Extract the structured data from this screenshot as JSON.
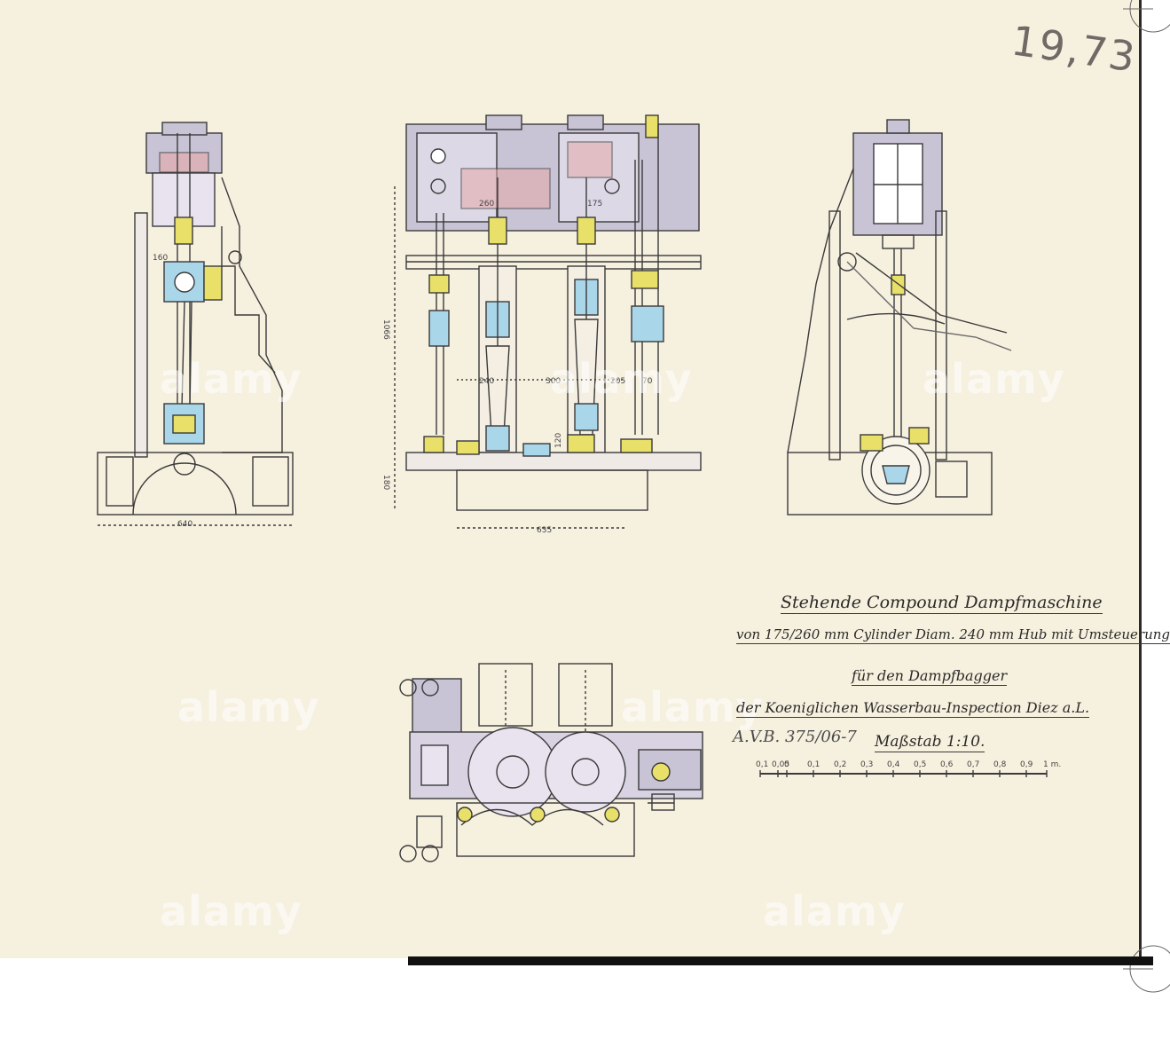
{
  "sheet_number": "19,73",
  "title": {
    "line1": "Stehende Compound Dampfmaschine",
    "line2": "von 175/260 mm Cylinder Diam. 240 mm Hub mit Umsteuerung",
    "line3": "für den Dampfbagger",
    "line4": "der Koeniglichen Wasserbau-Inspection Diez a.L."
  },
  "archive_mark": "A.V.B. 375/06-7",
  "scale": {
    "label": "Maßstab 1:10.",
    "ticks": [
      "0,1",
      "0,05",
      "0",
      "0,1",
      "0,2",
      "0,3",
      "0,4",
      "0,5",
      "0,6",
      "0,7",
      "0,8",
      "0,9",
      "1 m."
    ]
  },
  "dimensions": {
    "side_width": "640",
    "front_width": "635",
    "front_height": "1066",
    "base_height": "180",
    "cyl_small": "175",
    "cyl_large": "260",
    "spacing_1": "240",
    "spacing_2": "300",
    "spacing_3": "205",
    "spacing_4": "70",
    "crank": "120",
    "side_dim": "160"
  },
  "watermark": "alamy",
  "colors": {
    "paper": "#f6f0df",
    "ink": "#3a3a3a",
    "cast_iron": "#c9c3d6",
    "brass": "#e9e06a",
    "steel": "#a9d6e8",
    "copper": "#e6a9a9"
  }
}
